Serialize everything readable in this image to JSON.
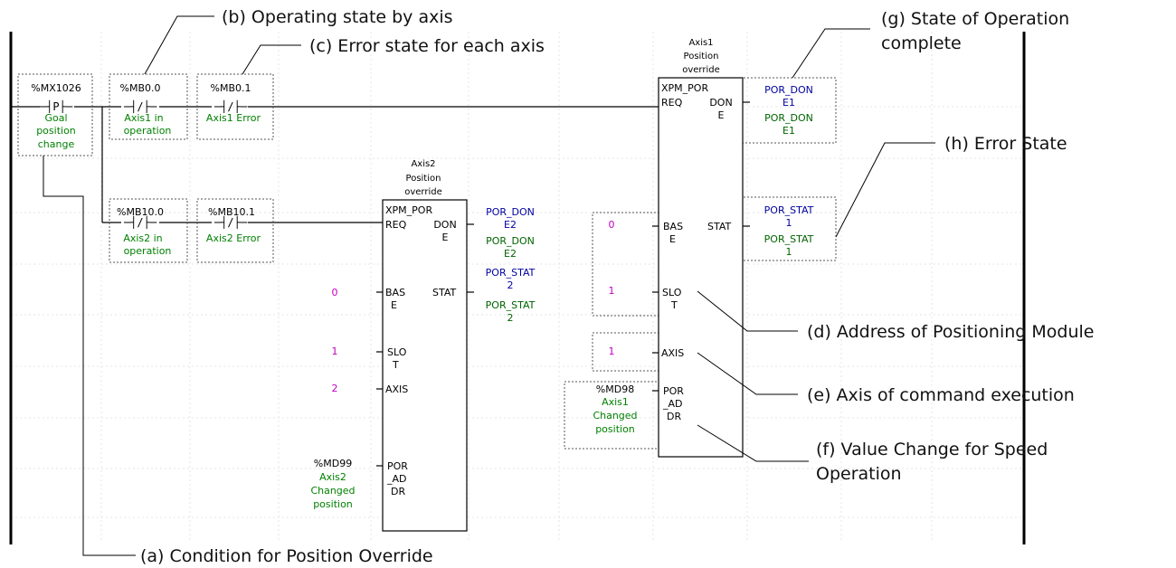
{
  "annotations": {
    "a": "(a) Condition for Position Override",
    "b": "(b) Operating state by axis",
    "c": "(c) Error state for each axis",
    "d": "(d) Address of Positioning Module",
    "e": "(e) Axis of command execution",
    "f1": "(f) Value Change for Speed",
    "f2": "Operation",
    "g1": "(g) State of Operation",
    "g2": "complete",
    "h": "(h) Error State"
  },
  "contacts": {
    "c1": {
      "var": "%MX1026",
      "symbol": "─┤P├─",
      "comment": [
        "Goal",
        "position",
        "change"
      ]
    },
    "c2": {
      "var": "%MB0.0",
      "symbol": "─┤/├─",
      "comment": [
        "Axis1 in",
        "operation"
      ]
    },
    "c3": {
      "var": "%MB0.1",
      "symbol": "─┤/├─",
      "comment": [
        "Axis1 Error"
      ]
    },
    "c4": {
      "var": "%MB10.0",
      "symbol": "─┤/├─",
      "comment": [
        "Axis2 in",
        "operation"
      ]
    },
    "c5": {
      "var": "%MB10.1",
      "symbol": "─┤/├─",
      "comment": [
        "Axis2 Error"
      ]
    }
  },
  "fb_axis1": {
    "title": [
      "Axis1",
      "Position",
      "override"
    ],
    "name": "XPM_POR",
    "pin_req": "REQ",
    "pin_done": [
      "DON",
      "E"
    ],
    "pin_base": [
      "BAS",
      "E"
    ],
    "pin_stat": "STAT",
    "pin_slot": [
      "SLO",
      "T"
    ],
    "pin_axis": "AXIS",
    "pin_addr": [
      "POR",
      "_AD",
      "DR"
    ],
    "done_out": [
      "POR_DON",
      "E1",
      "POR_DON",
      "E1"
    ],
    "stat_out": [
      "POR_STAT",
      "1",
      "POR_STAT",
      "1"
    ],
    "base_in": "0",
    "slot_in": "1",
    "axis_in": "1",
    "addr_var": "%MD98",
    "addr_cmt": [
      "Axis1",
      "Changed",
      "position"
    ]
  },
  "fb_axis2": {
    "title": [
      "Axis2",
      "Position",
      "override"
    ],
    "name": "XPM_POR",
    "pin_req": "REQ",
    "pin_done": [
      "DON",
      "E"
    ],
    "pin_base": [
      "BAS",
      "E"
    ],
    "pin_stat": "STAT",
    "pin_slot": [
      "SLO",
      "T"
    ],
    "pin_axis": "AXIS",
    "pin_addr": [
      "POR",
      "_AD",
      "DR"
    ],
    "done_out": [
      "POR_DON",
      "E2",
      "POR_DON",
      "E2"
    ],
    "stat_out": [
      "POR_STAT",
      "2",
      "POR_STAT",
      "2"
    ],
    "base_in": "0",
    "slot_in": "1",
    "axis_in": "2",
    "addr_var": "%MD99",
    "addr_cmt": [
      "Axis2",
      "Changed",
      "position"
    ]
  }
}
